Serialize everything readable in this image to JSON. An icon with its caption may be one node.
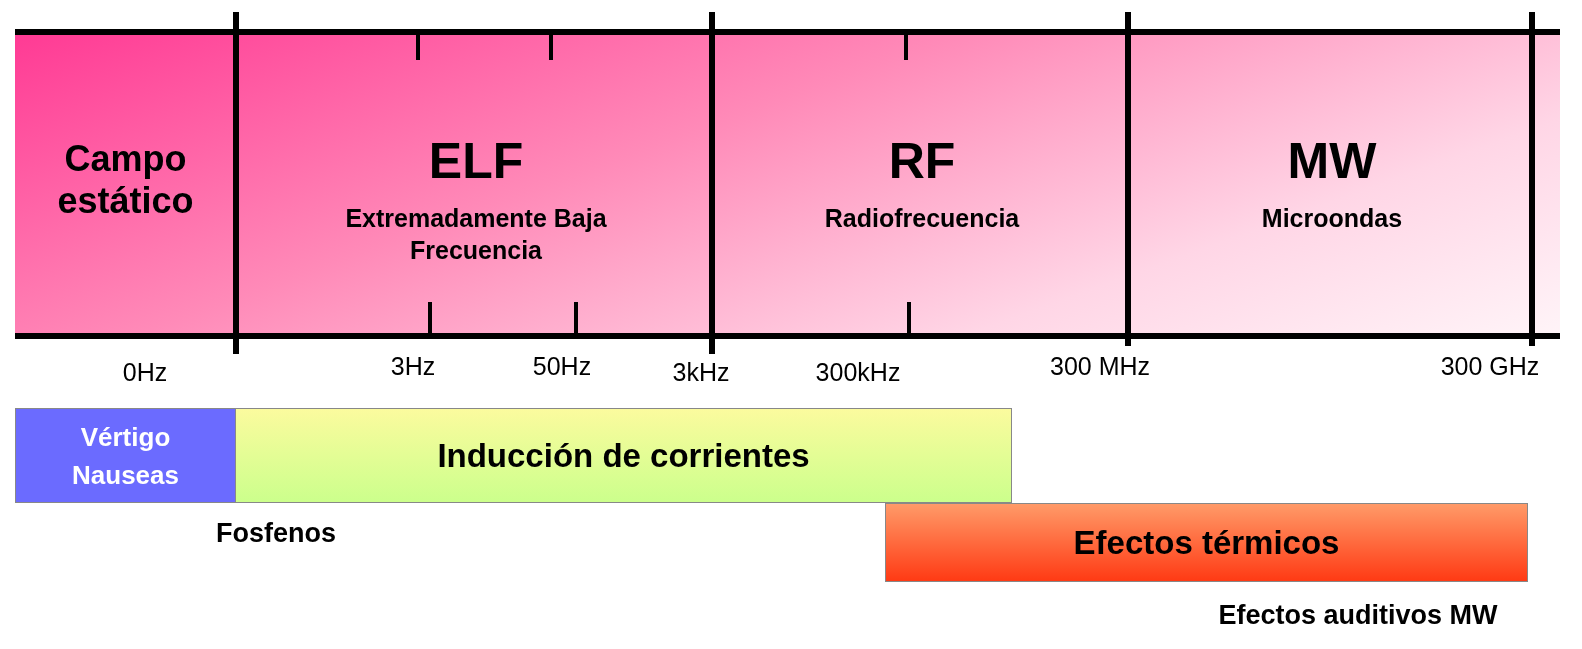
{
  "diagram": {
    "nodes": [
      {
        "text": [
          "Campo estático"
        ]
      },
      {
        "text": [
          "ELF",
          "Extremadamente Baja Frecuencia"
        ]
      },
      {
        "text": [
          "RF",
          "Radiofrecuencia"
        ]
      },
      {
        "text": [
          "MW",
          "Microondas"
        ]
      },
      {
        "text": [
          "Vértigo Nauseas"
        ]
      },
      {
        "text": [
          "Inducción de corrientes"
        ]
      },
      {
        "text": [
          "Efectos térmicos"
        ]
      }
    ],
    "labels": [
      "0Hz",
      "3Hz",
      "50Hz",
      "3kHz",
      "300kHz",
      "300 MHz",
      "300 GHz",
      "Fosfenos",
      "Efectos auditivos MW"
    ]
  }
}
